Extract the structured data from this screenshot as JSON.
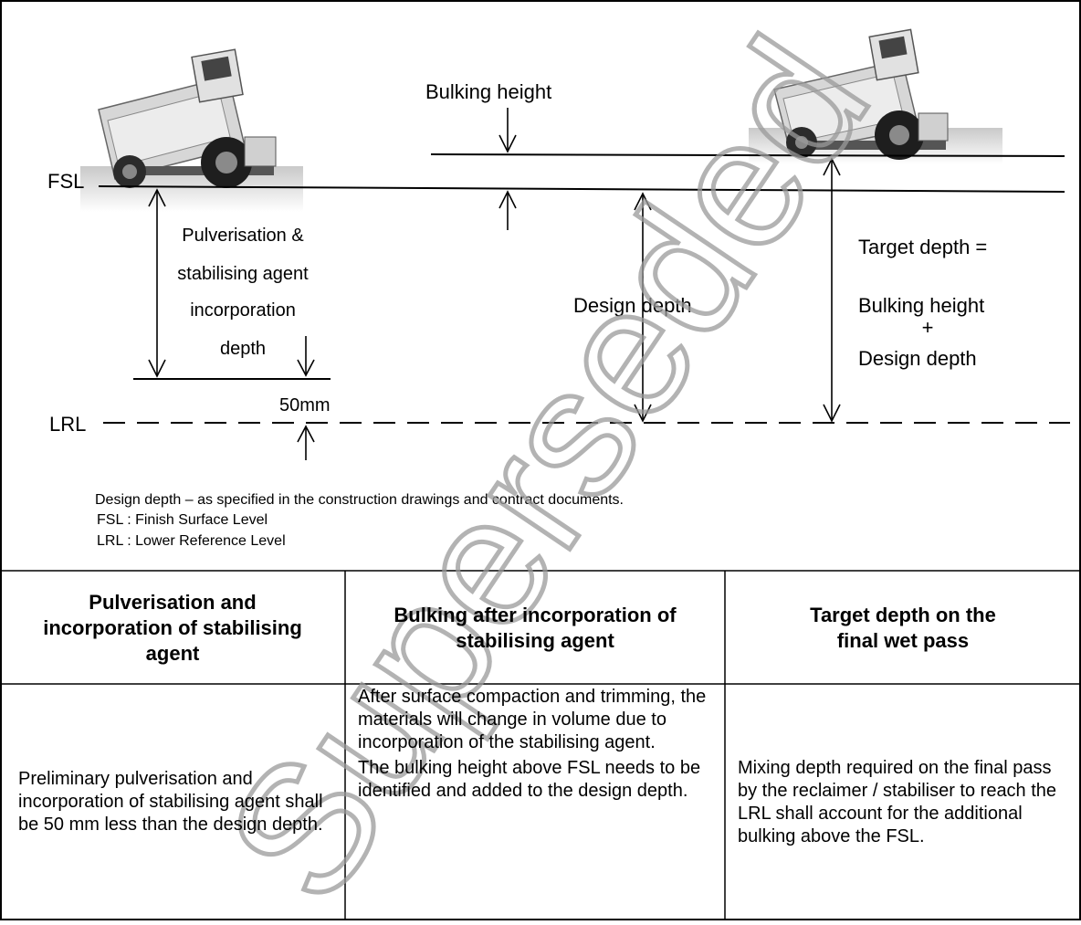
{
  "diagram": {
    "labels": {
      "fsl": "FSL",
      "lrl": "LRL",
      "bulking_height": "Bulking height",
      "pulverisation_line1": "Pulverisation &",
      "pulverisation_line2": "stabilising agent",
      "pulverisation_line3": "incorporation",
      "pulverisation_line4": "depth",
      "offset_50mm": "50mm",
      "design_depth": "Design depth",
      "target_line1": "Target depth =",
      "target_line2": "Bulking height",
      "target_plus": "+",
      "target_line3": "Design depth"
    },
    "notes": [
      "Design depth – as specified in the construction drawings and contract documents.",
      "FSL : Finish Surface Level",
      "LRL : Lower Reference Level"
    ],
    "watermark": "Superseded"
  },
  "table": {
    "headers": [
      "Pulverisation and incorporation of stabilising agent",
      "Bulking after incorporation of stabilising agent",
      "Target depth on the final wet pass"
    ],
    "col1": "Preliminary pulverisation and incorporation of stabilising agent shall be 50 mm less than the design depth.",
    "col2_p1": "After surface compaction and trimming, the materials will change in volume due to incorporation of the stabilising agent.",
    "col2_p2": "The bulking height above FSL needs to be identified and added to the design depth.",
    "col3": "Mixing depth required on the final pass by the reclaimer / stabiliser to reach the LRL shall account for the additional bulking above the FSL."
  }
}
